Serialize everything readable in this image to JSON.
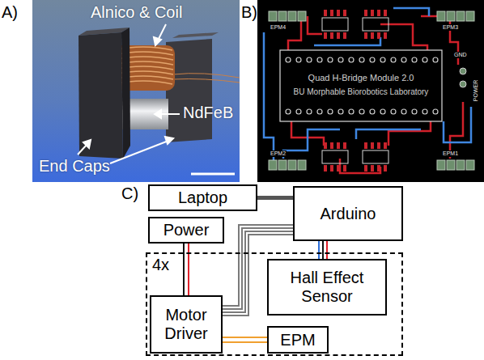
{
  "diagram": {
    "nodes": [
      {
        "text": [
          "Laptop"
        ]
      },
      {
        "text": [
          "Arduino"
        ]
      },
      {
        "text": [
          "Power"
        ]
      },
      {
        "text": [
          "4x"
        ]
      },
      {
        "text": [
          "Motor Driver"
        ],
        "in": 3
      },
      {
        "text": [
          "Hall Effect Sensor"
        ],
        "in": 3
      },
      {
        "text": [
          "EPM"
        ],
        "in": 3
      }
    ],
    "edges": [
      {
        "from": 0,
        "to": 1,
        "arrow": "none"
      },
      {
        "from": 2,
        "to": 4,
        "arrow": "none"
      },
      {
        "from": 1,
        "to": 4,
        "arrow": "none"
      },
      {
        "from": 1,
        "to": 5,
        "arrow": "none"
      },
      {
        "from": 4,
        "to": 6,
        "arrow": "none"
      }
    ],
    "labels": [
      "A)",
      "Alnico & Coil",
      "B)",
      "EPM4",
      "EPM3",
      "Quad H-Bridge Module 2.0",
      "BU Morphable Biorobotics Laboratory",
      "GND",
      "POWER",
      "EPM2",
      "EPM1",
      "NdFeB",
      "End Caps",
      "C)"
    ]
  }
}
